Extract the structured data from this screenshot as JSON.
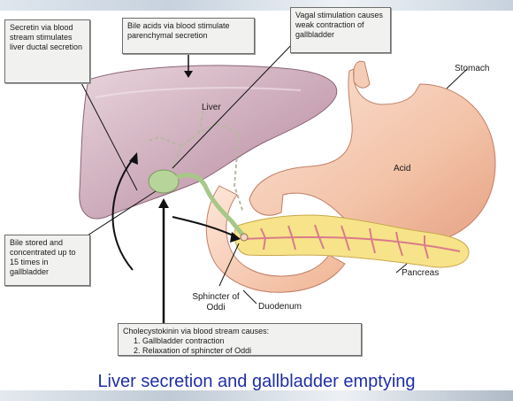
{
  "callouts": {
    "secretin": "Secretin via blood stream stimulates liver ductal secretion",
    "bile_acids": "Bile acids via blood stimulate parenchymal secretion",
    "vagal": "Vagal stimulation causes weak contraction of gallbladder",
    "bile_stored": "Bile stored and concentrated up to 15 times in gallbladder",
    "cck_title": "Cholecystokinin via blood stream causes:",
    "cck_items": [
      "1. Gallbladder contraction",
      "2. Relaxation of sphincter of Oddi"
    ]
  },
  "labels": {
    "liver": "Liver",
    "stomach": "Stomach",
    "acid": "Acid",
    "pancreas": "Pancreas",
    "duodenum": "Duodenum",
    "sphincter": "Sphincter of Oddi"
  },
  "caption": "Liver secretion and gallbladder emptying"
}
